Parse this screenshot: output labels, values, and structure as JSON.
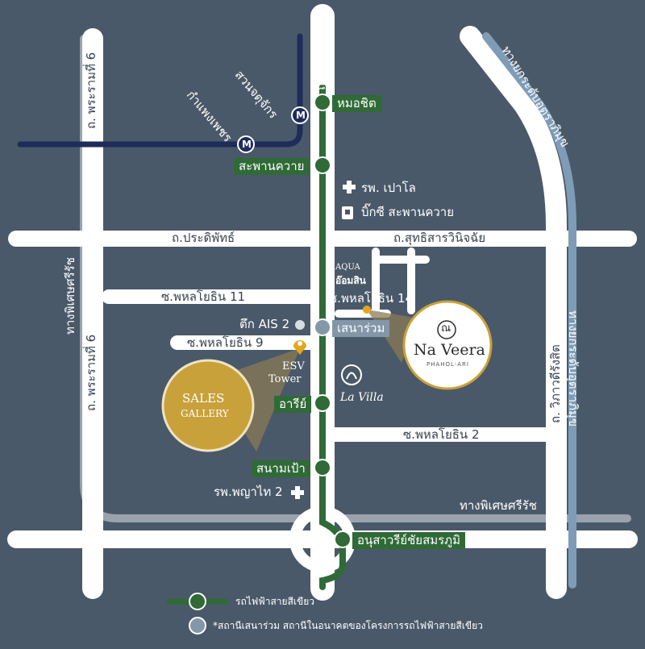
{
  "roads": {
    "phahon_yothin": "ถ.พหลโยธิน",
    "pradiphat": "ถ.ประดิพัทธ์",
    "sutthisan": "ถ.สุทธิสารวินิจฉัย",
    "soi11": "ซ.พหลโยธิน 11",
    "soi14": "ซ.พหลโยธิน 14",
    "soi9": "ซ.พหลโยธิน 9",
    "soi2": "ซ.พหลโยธิน 2",
    "rama6_top": "ถ. พระรามที่ 6",
    "rama6_bottom": "ถ. พระรามที่ 6",
    "expressway_left": "ทางพิเศษศรีรัช",
    "expressway_bottom": "ทางพิเศษศรีรัช",
    "vibhavadi": "ถ. วิภาวดีรังสิต",
    "uttaraphimuk_top": "ทางยกระดับอุตราภิมุข",
    "uttaraphimuk_right": "ทางยกระดับอุตราภิมุข"
  },
  "mrt": {
    "suan_chatuchak": "สวนจตุจักร",
    "kamphaeng_phet": "กำแพงเพชร",
    "icon_letter": "M"
  },
  "bts_stations": {
    "mo_chit": "หมอชิต",
    "saphan_khwai": "สะพานควาย",
    "sena_ruam": "เสนาร่วม",
    "ari": "อารีย์",
    "sanam_pao": "สนามเป้า",
    "victory_monument": "อนุสาวรีย์ชัยสมรภูมิ"
  },
  "landmarks": {
    "paolo": "รพ. เปาโล",
    "bigc": "บิ๊กซี สะพานควาย",
    "aqua_top": "AQUA",
    "aqua_bottom": "อ๊อมสิน",
    "ais": "ตึก AIS 2",
    "esv_line1": "ESV",
    "esv_line2": "Tower",
    "lavilla": "La Villa",
    "phyathai": "รพ.พญาไท 2"
  },
  "sales_gallery": {
    "line1": "SALES",
    "line2": "GALLERY"
  },
  "project": {
    "logo_char": "ณ",
    "name": "Na Veera",
    "sub": "PHAHOL-ARI"
  },
  "legend": {
    "bts": "รถไฟฟ้าสายสีเขียว",
    "future": "*สถานีเสนาร่วม สถานีในอนาคตของโครงการรถไฟฟ้าสายสีเขียว"
  },
  "colors": {
    "background": "#4a5969",
    "road": "#ffffff",
    "bts_line": "#2f6a37",
    "mrt_line": "#1f2c5a",
    "expressway": "#9aa3ad",
    "tollway": "#7f9cb6",
    "gold": "#c9a13b"
  }
}
